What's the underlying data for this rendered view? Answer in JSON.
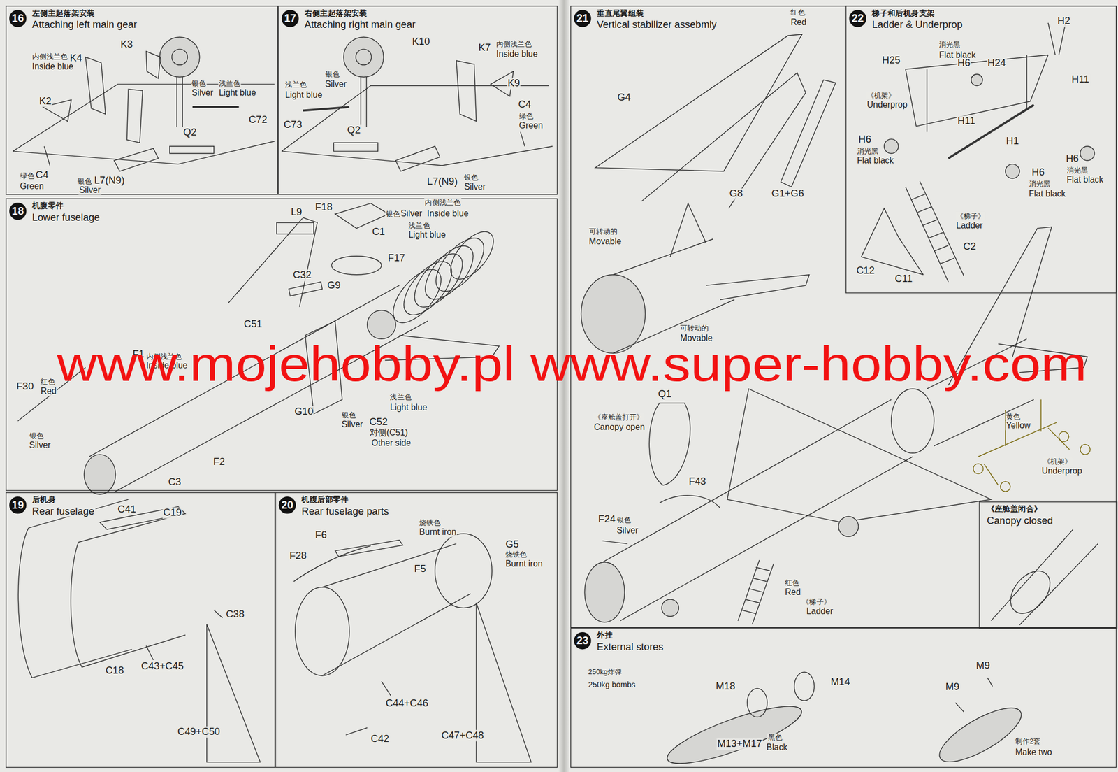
{
  "diagram": {
    "nodes": [
      {
        "text": [
          "16",
          "左侧主起落架安装",
          "Attaching left main gear"
        ]
      },
      {
        "text": [
          "17",
          "右侧主起落架安装",
          "Attaching right main gear"
        ]
      },
      {
        "text": [
          "18",
          "机腹零件",
          "Lower fuselage"
        ]
      },
      {
        "text": [
          "19",
          "后机身",
          "Rear fuselage"
        ]
      },
      {
        "text": [
          "20",
          "机腹后部零件",
          "Rear fuselage parts"
        ]
      },
      {
        "text": [
          "21",
          "垂直尾翼组装",
          "Vertical stabilizer assebmly"
        ]
      },
      {
        "text": [
          "22",
          "梯子和后机身支架",
          "Ladder & Underprop"
        ]
      },
      {
        "text": [
          "《座舱盖闭合》",
          "Canopy closed"
        ],
        "in": 5
      },
      {
        "text": [
          "23",
          "外挂",
          "External stores"
        ]
      }
    ],
    "labels": [
      "K3",
      "内侧浅兰色",
      "Inside blue",
      "K4",
      "银色",
      "Silver",
      "浅兰色",
      "Light blue",
      "K2",
      "C72",
      "Q2",
      "绿色",
      "C4",
      "Green",
      "银色",
      "L7(N9)",
      "Silver",
      "K10",
      "K7",
      "内侧浅兰色",
      "Inside blue",
      "银色",
      "浅兰色",
      "Silver",
      "Light blue",
      "K9",
      "C4",
      "绿色",
      "C73",
      "Q2",
      "Green",
      "L7(N9)",
      "银色",
      "Silver",
      "F18",
      "L9",
      "内侧浅兰色",
      "银色",
      "Silver",
      "Inside blue",
      "浅兰色",
      "C1",
      "Light blue",
      "F17",
      "C32",
      "G9",
      "C51",
      "F1",
      "内侧浅兰色",
      "Inside blue",
      "红色",
      "F30",
      "Red",
      "浅兰色",
      "Light blue",
      "G10",
      "银色",
      "C52",
      "Silver",
      "对侧(C51)",
      "银色",
      "Other side",
      "Silver",
      "F2",
      "C3",
      "C41",
      "C19",
      "C38",
      "C43+C45",
      "C18",
      "C49+C50",
      "烧铁色",
      "Burnt iron",
      "F6",
      "G5",
      "烧铁色",
      "F28",
      "Burnt iron",
      "F5",
      "C44+C46",
      "C47+C48",
      "C42",
      "红色",
      "Red",
      "G4",
      "G8",
      "G1+G6",
      "可转动的",
      "Movable",
      "可转动的",
      "Movable",
      "Q1",
      "《座舱盖打开》",
      "Canopy open",
      "黄色",
      "Yellow",
      "《机架》",
      "Underprop",
      "F43",
      "F24",
      "银色",
      "Silver",
      "红色",
      "Red",
      "《梯子》",
      "Ladder",
      "H2",
      "消光黑",
      "Flat black",
      "H25",
      "H6",
      "H24",
      "H11",
      "《机架》",
      "Underprop",
      "H11",
      "H6",
      "H1",
      "消光黑",
      "Flat black",
      "H6",
      "消光黑",
      "H6",
      "Flat black",
      "消光黑",
      "Flat black",
      "《梯子》",
      "Ladder",
      "C2",
      "C12",
      "C11",
      "250kg炸弹",
      "M9",
      "M14",
      "250kg bombs",
      "M18",
      "M9",
      "黑色",
      "制作2套",
      "M13+M17",
      "Black",
      "Make two",
      "www.mojehobby.pl www.super-hobby.com"
    ]
  }
}
